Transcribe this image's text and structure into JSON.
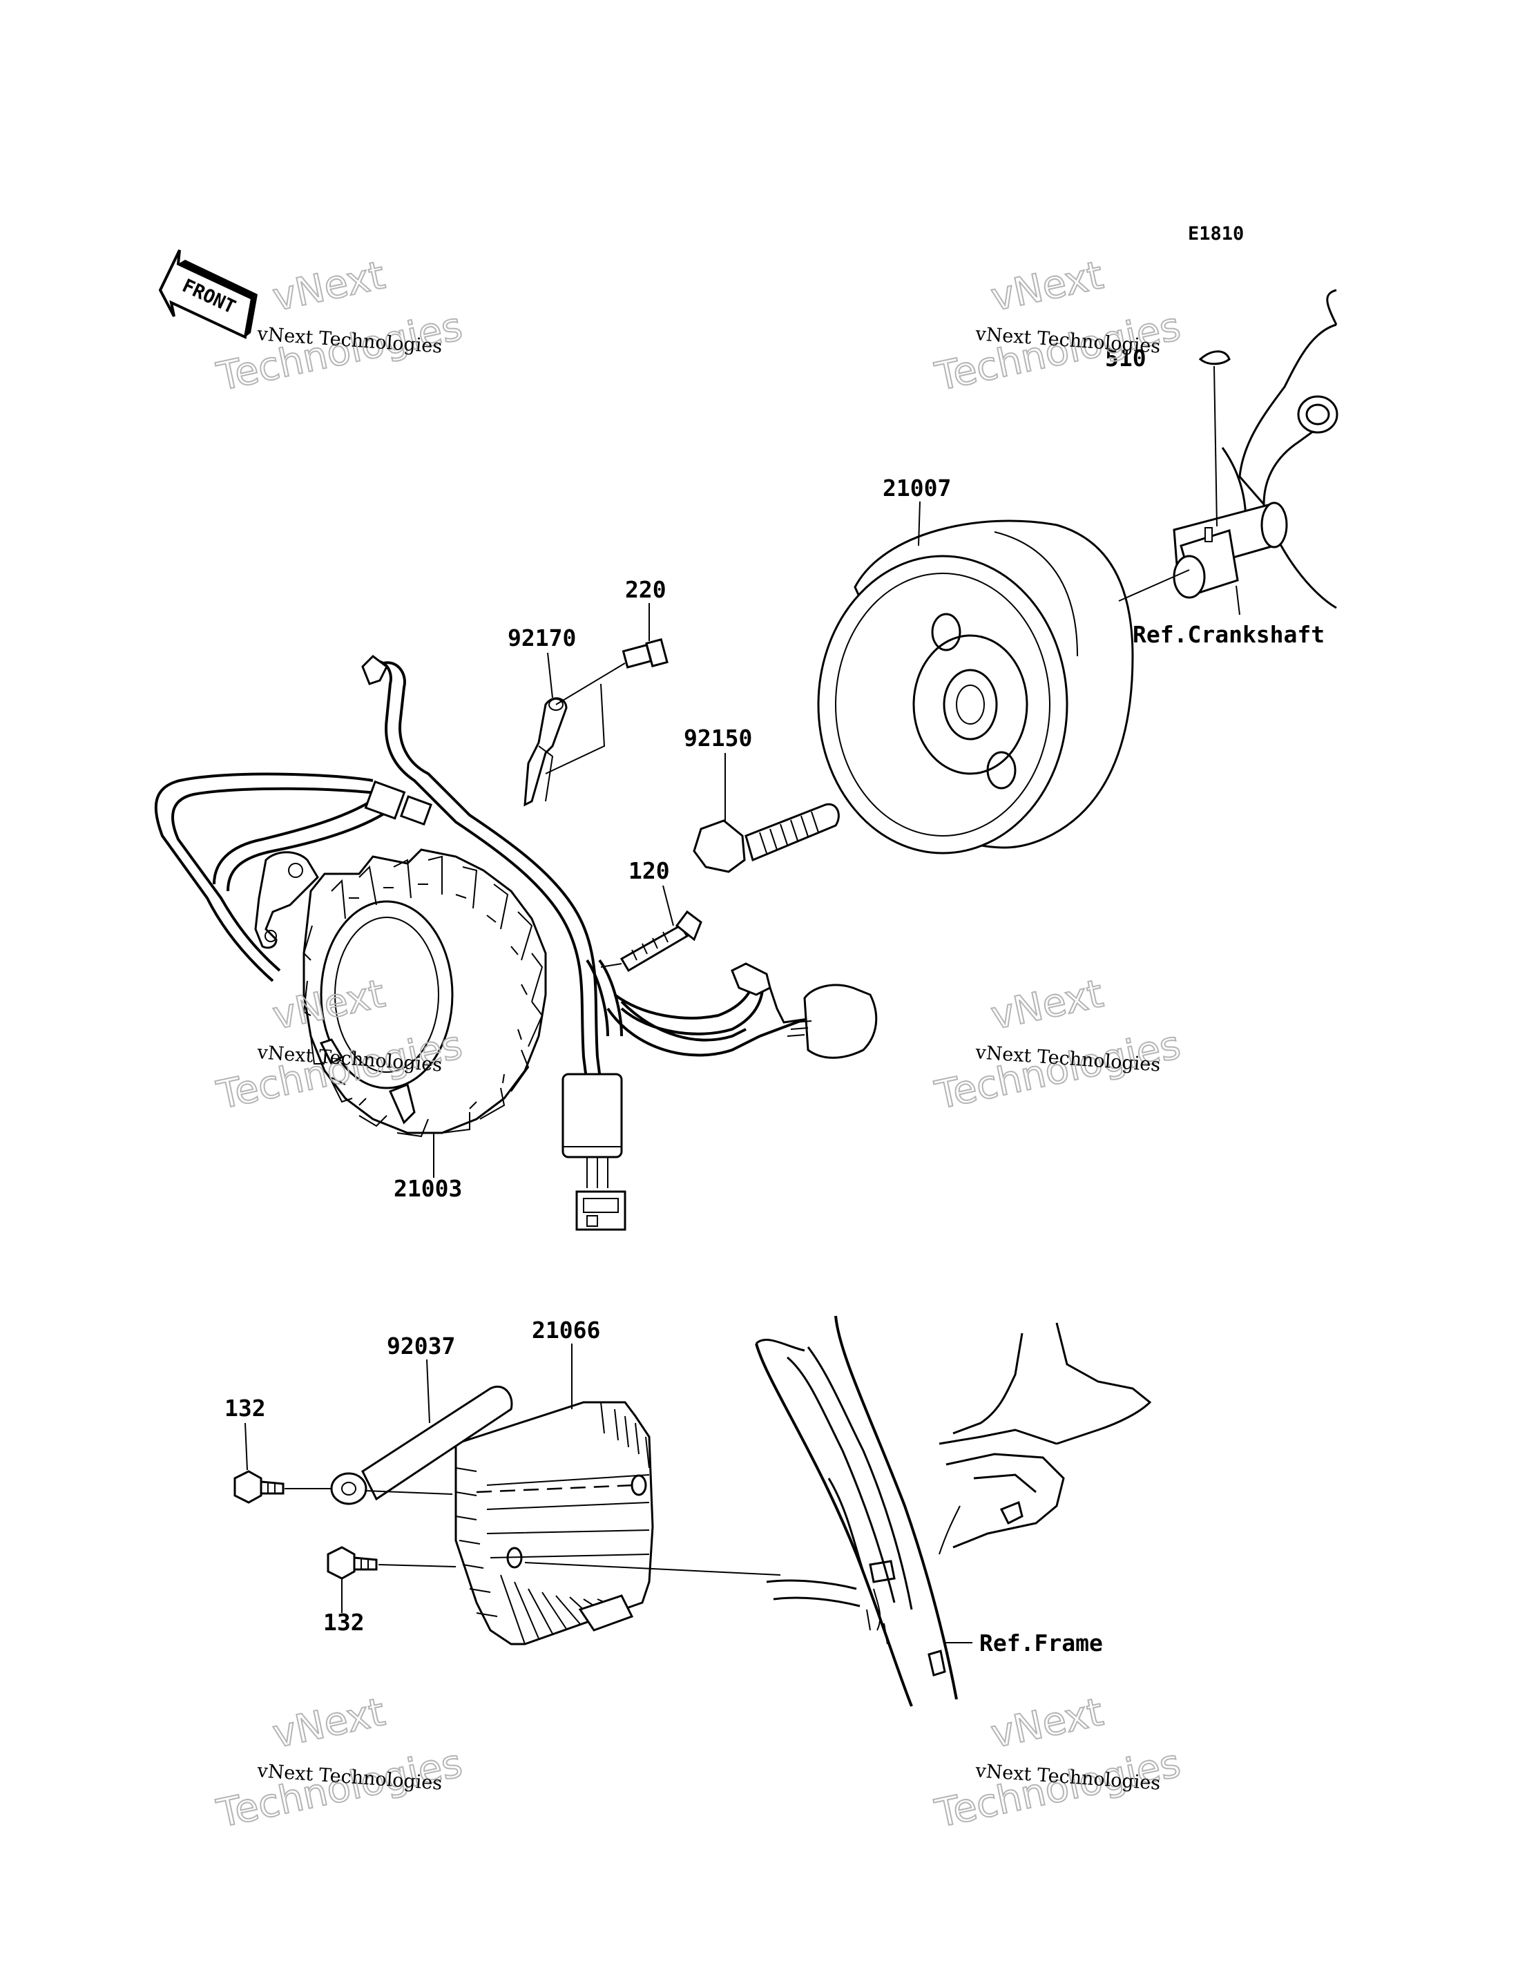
{
  "diagram": {
    "code": "E1810",
    "direction_label": "FRONT",
    "part_labels": {
      "p510": "510",
      "p21007": "21007",
      "p220": "220",
      "p92170": "92170",
      "p92150": "92150",
      "p120": "120",
      "p21003": "21003",
      "p92037": "92037",
      "p21066": "21066",
      "p132a": "132",
      "p132b": "132"
    },
    "references": {
      "crankshaft": "Ref.Crankshaft",
      "frame": "Ref.Frame"
    }
  },
  "watermarks": [
    {
      "line1": "vNext Technologies",
      "line2": "vNext",
      "line3": "Technologies"
    },
    {
      "line1": "vNext Technologies",
      "line2": "vNext",
      "line3": "Technologies"
    },
    {
      "line1": "vNext Technologies",
      "line2": "vNext",
      "line3": "Technologies"
    },
    {
      "line1": "vNext Technologies",
      "line2": "vNext",
      "line3": "Technologies"
    },
    {
      "line1": "vNext Technologies",
      "line2": "vNext",
      "line3": "Technologies"
    },
    {
      "line1": "vNext Technologies",
      "line2": "vNext",
      "line3": "Technologies"
    }
  ]
}
